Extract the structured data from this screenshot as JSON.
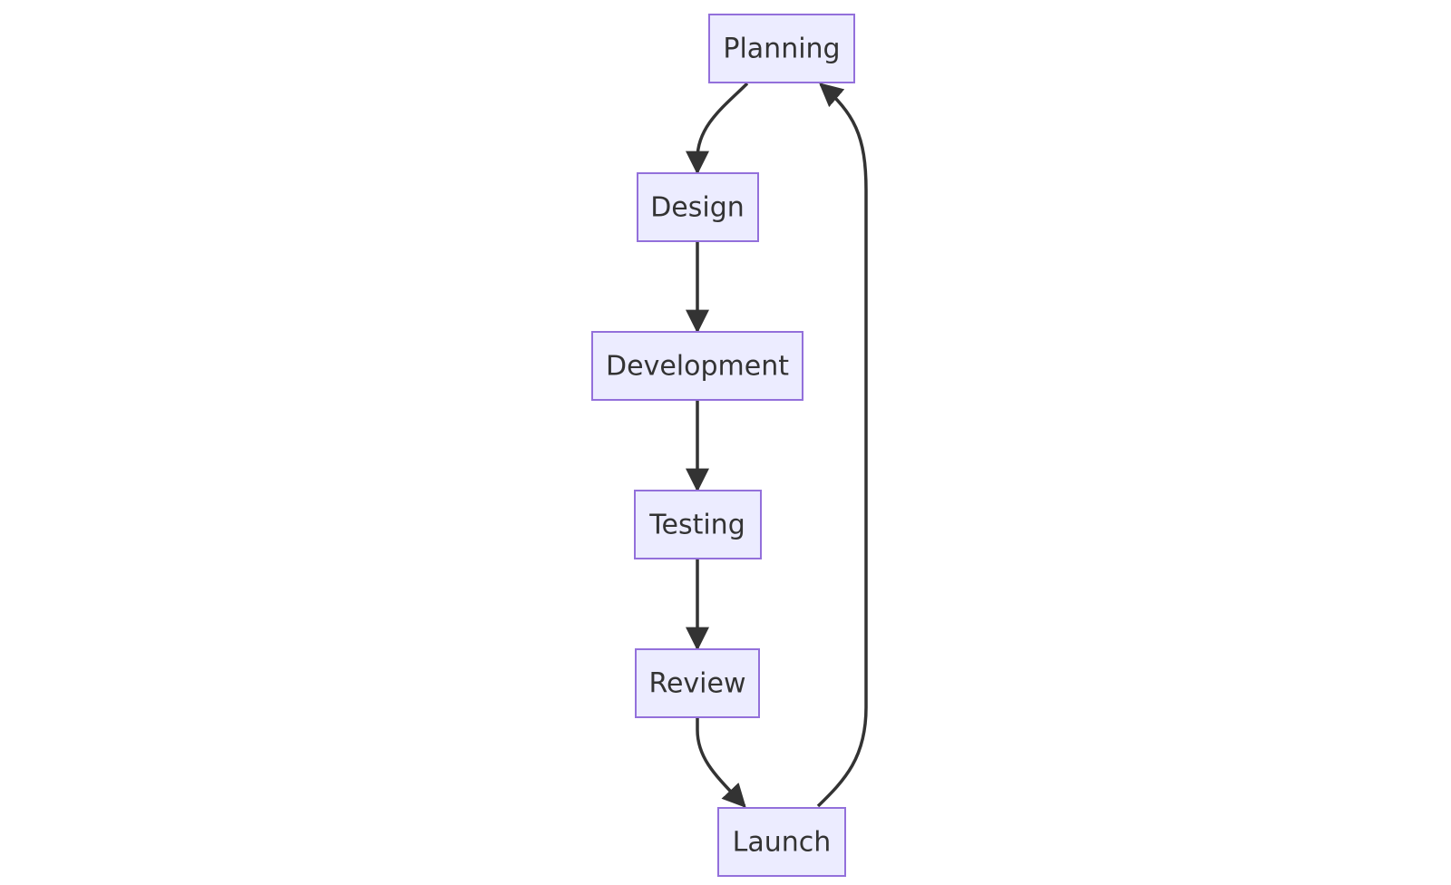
{
  "colors": {
    "node_fill": "#ECECFF",
    "node_border": "#9370DB",
    "edge": "#333333",
    "text": "#333333",
    "background": "#FFFFFF"
  },
  "nodes": [
    {
      "id": "planning",
      "label": "Planning"
    },
    {
      "id": "design",
      "label": "Design"
    },
    {
      "id": "development",
      "label": "Development"
    },
    {
      "id": "testing",
      "label": "Testing"
    },
    {
      "id": "review",
      "label": "Review"
    },
    {
      "id": "launch",
      "label": "Launch"
    }
  ],
  "edges": [
    {
      "from": "planning",
      "to": "design"
    },
    {
      "from": "design",
      "to": "development"
    },
    {
      "from": "development",
      "to": "testing"
    },
    {
      "from": "testing",
      "to": "review"
    },
    {
      "from": "review",
      "to": "launch"
    },
    {
      "from": "launch",
      "to": "planning"
    }
  ]
}
